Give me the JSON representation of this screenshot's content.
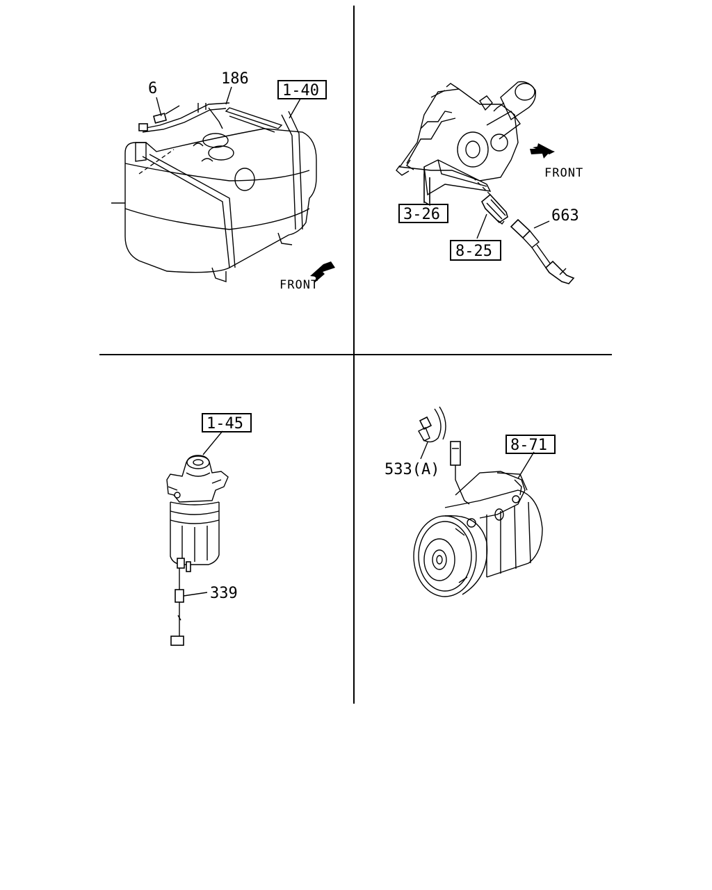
{
  "quadrants": {
    "top_left": {
      "callouts": {
        "c6": "6",
        "c186": "186"
      },
      "ref_box": "1-40",
      "direction": "FRONT"
    },
    "top_right": {
      "ref_box_a": "3-26",
      "ref_box_b": "8-25",
      "callouts": {
        "c663": "663"
      },
      "direction": "FRONT"
    },
    "bottom_left": {
      "ref_box": "1-45",
      "callouts": {
        "c339": "339"
      }
    },
    "bottom_right": {
      "ref_box": "8-71",
      "callouts": {
        "c533": "533(A)"
      }
    }
  },
  "icons": [
    "fuel-tank-drawing",
    "injection-pump-drawing",
    "fuel-filter-drawing",
    "ac-compressor-drawing",
    "front-arrow-icon"
  ]
}
